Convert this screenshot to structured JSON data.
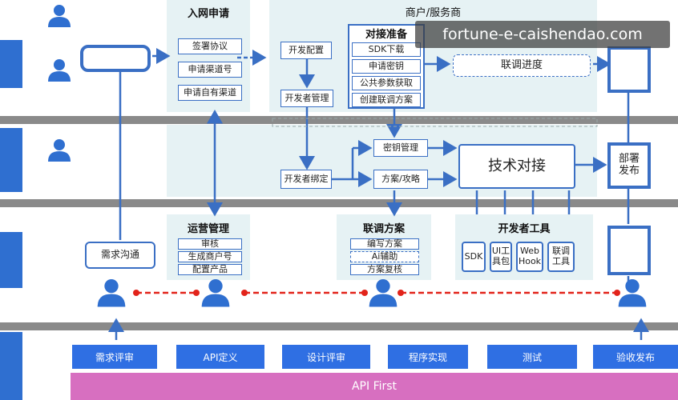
{
  "application": {
    "title": "入网申请",
    "items": [
      "签署协议",
      "申请渠道号",
      "申请自有渠道"
    ]
  },
  "merchant": {
    "title": "商户/服务商",
    "dev_config": "开发配置",
    "dev_manage": "开发者管理",
    "dev_bind": "开发者绑定",
    "prep_title": "对接准备",
    "prep_items": [
      "SDK下载",
      "申请密钥",
      "公共参数获取",
      "创建联调方案"
    ],
    "progress": "联调进度",
    "key_manage": "密钥管理",
    "plan_strategy": "方案/攻略",
    "tech_docking": "技术对接",
    "deploy": "部署\n发布"
  },
  "operations": {
    "title": "运营管理",
    "items": [
      "审核",
      "生成商户号",
      "配置产品"
    ]
  },
  "joint_plan": {
    "title": "联调方案",
    "items": [
      "编写方案",
      "Ai辅助",
      "方案复核"
    ]
  },
  "dev_tools": {
    "title": "开发者工具",
    "items": [
      "SDK",
      "UI工\n具包",
      "Web\nHook",
      "联调\n工具"
    ]
  },
  "requirement": "需求沟通",
  "flow": [
    "需求评审",
    "API定义",
    "设计评审",
    "程序实现",
    "测试",
    "验收发布"
  ],
  "api_first": "API First",
  "watermark": "fortune-e-caishendao.com",
  "colors": {
    "primary_blue": "#3a6fc4",
    "flow_blue": "#2f6fe3",
    "panel": "#e6f2f4",
    "api_first": "#d76fc0",
    "band_gray": "#8a8a8a",
    "dashed_red": "#e2231a"
  }
}
